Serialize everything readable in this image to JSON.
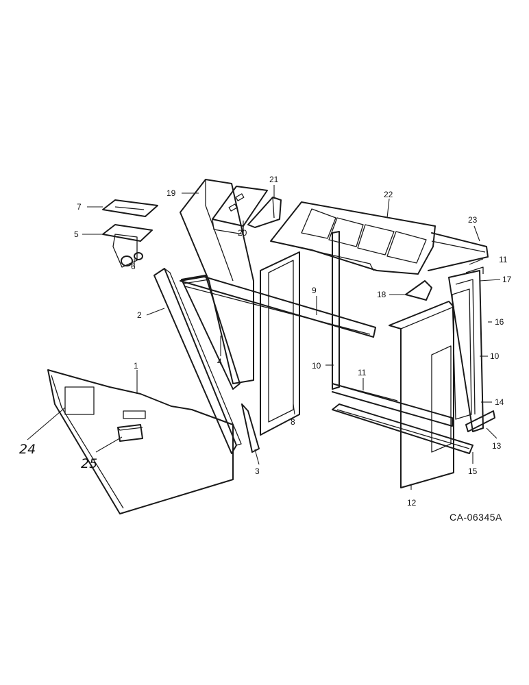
{
  "drawing_code": "CA-06345A",
  "callouts": {
    "c1": "1",
    "c2": "2",
    "c3": "3",
    "c4": "4",
    "c5": "5",
    "c6": "6",
    "c7": "7",
    "c8": "8",
    "c9": "9",
    "c10a": "10",
    "c10b": "10",
    "c11a": "11",
    "c11b": "11",
    "c12": "12",
    "c13": "13",
    "c14": "14",
    "c15": "15",
    "c16": "16",
    "c17": "17",
    "c18": "18",
    "c19": "19",
    "c20": "20",
    "c21": "21",
    "c22": "22",
    "c23": "23",
    "c24": "24",
    "c25": "25"
  }
}
